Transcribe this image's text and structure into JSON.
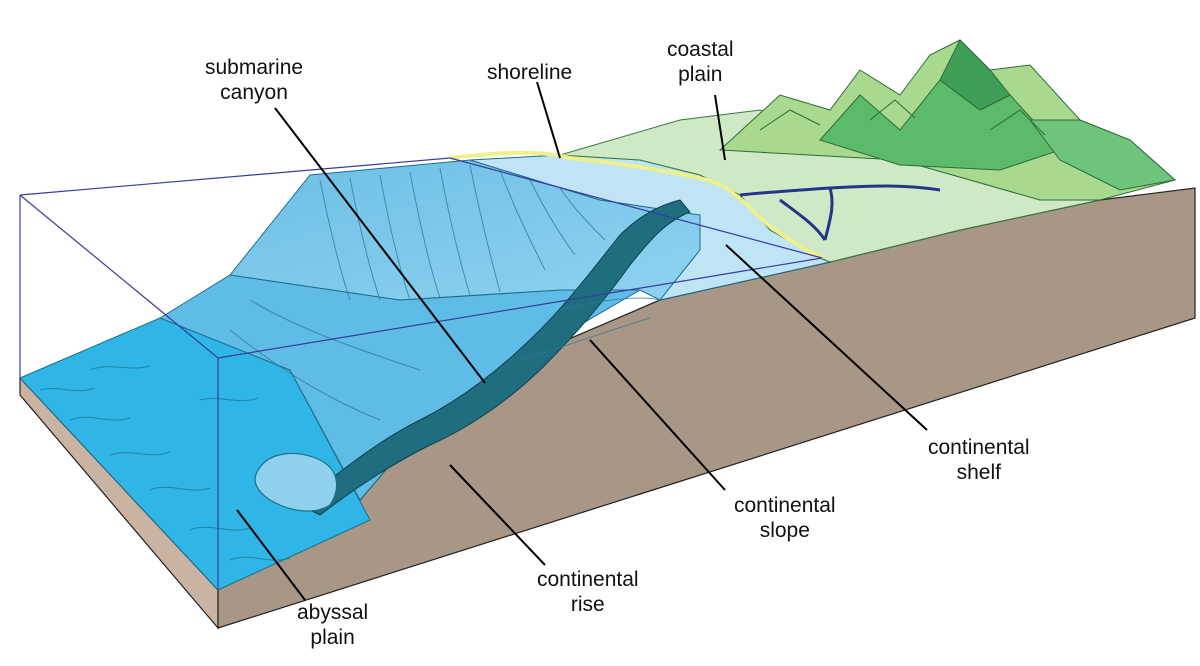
{
  "labels": {
    "submarine_canyon": [
      "submarine",
      "canyon"
    ],
    "shoreline": [
      "shoreline"
    ],
    "coastal_plain": [
      "coastal",
      "plain"
    ],
    "continental_shelf": [
      "continental",
      "shelf"
    ],
    "continental_slope": [
      "continental",
      "slope"
    ],
    "continental_rise": [
      "continental",
      "rise"
    ],
    "abyssal_plain": [
      "abyssal",
      "plain"
    ]
  },
  "colors": {
    "abyssal_water": "#2fb6e6",
    "slope_blue": "#79c8ec",
    "shelf_blue": "#bfe4f6",
    "canyon_dark": "#1f6e80",
    "coastal_green": "#cfe8c6",
    "mountain_green": "#4fb365",
    "shoreline_yellow": "#eef08a",
    "river_blue": "#25358a",
    "crust_brown": "#a89686",
    "water_box_line": "#3a3aa0"
  }
}
